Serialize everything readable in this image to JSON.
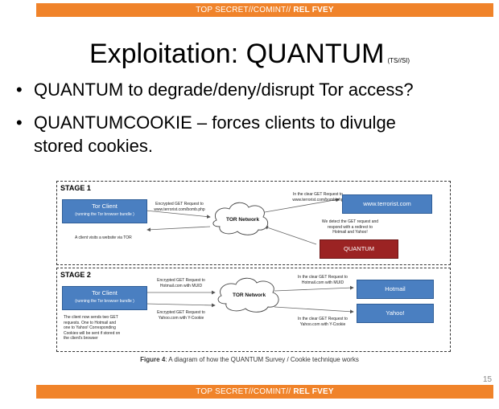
{
  "banner": {
    "prefix": "TOP SECRET//COMINT//",
    "suffix": "REL FVEY"
  },
  "title": {
    "main": "Exploitation: QUANTUM",
    "classification": "(TS//SI)"
  },
  "bullets": [
    {
      "symbol": "•",
      "lines": [
        "QUANTUM to degrade/deny/disrupt Tor access?"
      ]
    },
    {
      "symbol": "•",
      "lines": [
        "QUANTUMCOOKIE – forces clients to divulge",
        "stored cookies."
      ]
    }
  ],
  "diagram": {
    "stage1": {
      "label": "STAGE 1",
      "client": {
        "title": "Tor Client",
        "subtitle": "(running the Tor browser bundle )"
      },
      "client_note": "A client visits a website via TOR",
      "encrypted_request": [
        "Encrypted GET Request to",
        "www.terrorist.com/bomb.php"
      ],
      "tor_network": "TOR Network",
      "clear_request": [
        "In the clear GET Request to",
        "www.terrorist.com/bomb.php"
      ],
      "target_site": "www.terrorist.com",
      "detect_note": [
        "We detect the GET request and",
        "respond with a redirect to",
        "Hotmail and Yahoo!"
      ],
      "quantum": "QUANTUM"
    },
    "stage2": {
      "label": "STAGE 2",
      "client": {
        "title": "Tor Client",
        "subtitle": "(running the Tor browser bundle )"
      },
      "client_note": [
        "The client now sends two GET",
        "requests. One to Hotmail and",
        "one to Yahoo! Corresponding",
        "Cookies will be sent if stored on",
        "the client's browser"
      ],
      "hotmail_request": [
        "Encrypted GET Request to",
        "Hotmail.com with MUID"
      ],
      "yahoo_request": [
        "Encrypted GET Request to",
        "Yahoo.com with Y-Cookie"
      ],
      "tor_network": "TOR Network",
      "clear_hotmail": [
        "In the clear GET Request to",
        "Hotmail.com with MUID"
      ],
      "clear_yahoo": [
        "In the clear GET Request to",
        "Yahoo.com with Y-Cookie"
      ],
      "hotmail": "Hotmail",
      "yahoo": "Yahoo!"
    }
  },
  "caption": {
    "figure": "Figure 4",
    "text": ": A diagram of how the QUANTUM Survey / Cookie technique works"
  },
  "page_number": "15",
  "colors": {
    "banner": "#f0832a",
    "box_blue": "#4a7fc1",
    "box_red": "#9b2323"
  }
}
